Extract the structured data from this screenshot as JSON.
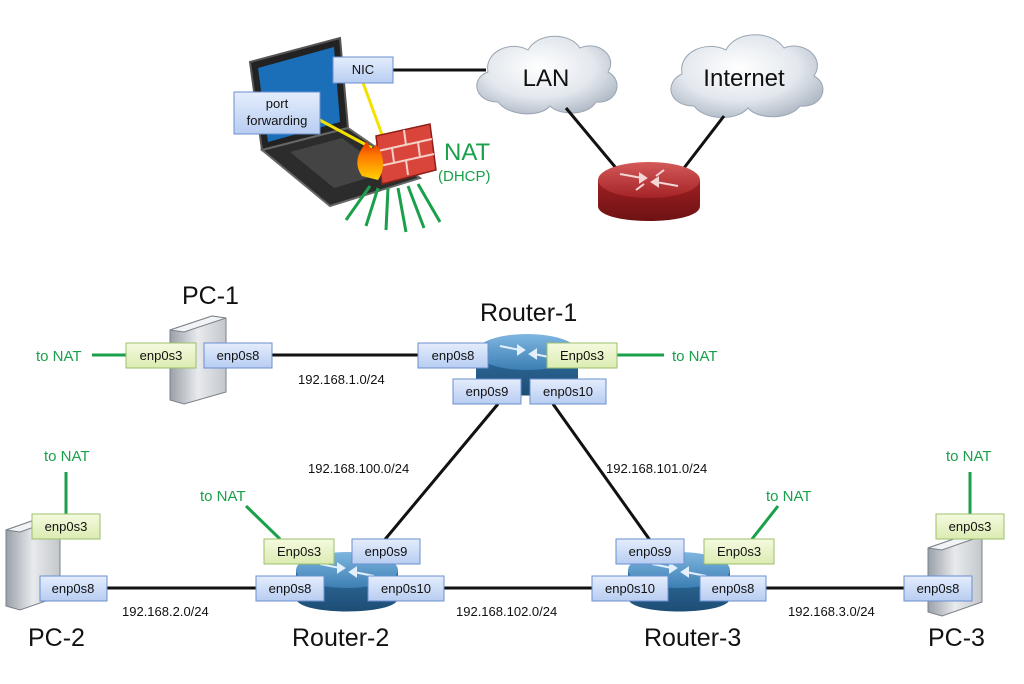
{
  "top": {
    "nic_label": "NIC",
    "port_forwarding_label": "port\nforwarding",
    "nat_label": "NAT",
    "dhcp_label": "(DHCP)",
    "lan_label": "LAN",
    "internet_label": "Internet"
  },
  "nodes": {
    "pc1": "PC-1",
    "pc2": "PC-2",
    "pc3": "PC-3",
    "router1": "Router-1",
    "router2": "Router-2",
    "router3": "Router-3"
  },
  "to_nat": "to NAT",
  "ifaces": {
    "pc1_enp0s3": "enp0s3",
    "pc1_enp0s8": "enp0s8",
    "r1_enp0s8": "enp0s8",
    "r1_enp0s3": "Enp0s3",
    "r1_enp0s9": "enp0s9",
    "r1_enp0s10": "enp0s10",
    "pc2_enp0s3": "enp0s3",
    "pc2_enp0s8": "enp0s8",
    "r2_enp0s3": "Enp0s3",
    "r2_enp0s9": "enp0s9",
    "r2_enp0s8": "enp0s8",
    "r2_enp0s10": "enp0s10",
    "r3_enp0s9": "enp0s9",
    "r3_enp0s3": "Enp0s3",
    "r3_enp0s10": "enp0s10",
    "r3_enp0s8": "enp0s8",
    "pc3_enp0s3": "enp0s3",
    "pc3_enp0s8": "enp0s8"
  },
  "networks": {
    "net1": "192.168.1.0/24",
    "net100": "192.168.100.0/24",
    "net101": "192.168.101.0/24",
    "net2": "192.168.2.0/24",
    "net102": "192.168.102.0/24",
    "net3": "192.168.3.0/24"
  },
  "colors": {
    "iface_blue": "#c9daf7",
    "iface_green": "#e6f2c4",
    "nat_green": "#1aa04a",
    "router_blue": "#3f82b8",
    "router_red": "#b0282b",
    "firewall_red": "#d9453a"
  }
}
